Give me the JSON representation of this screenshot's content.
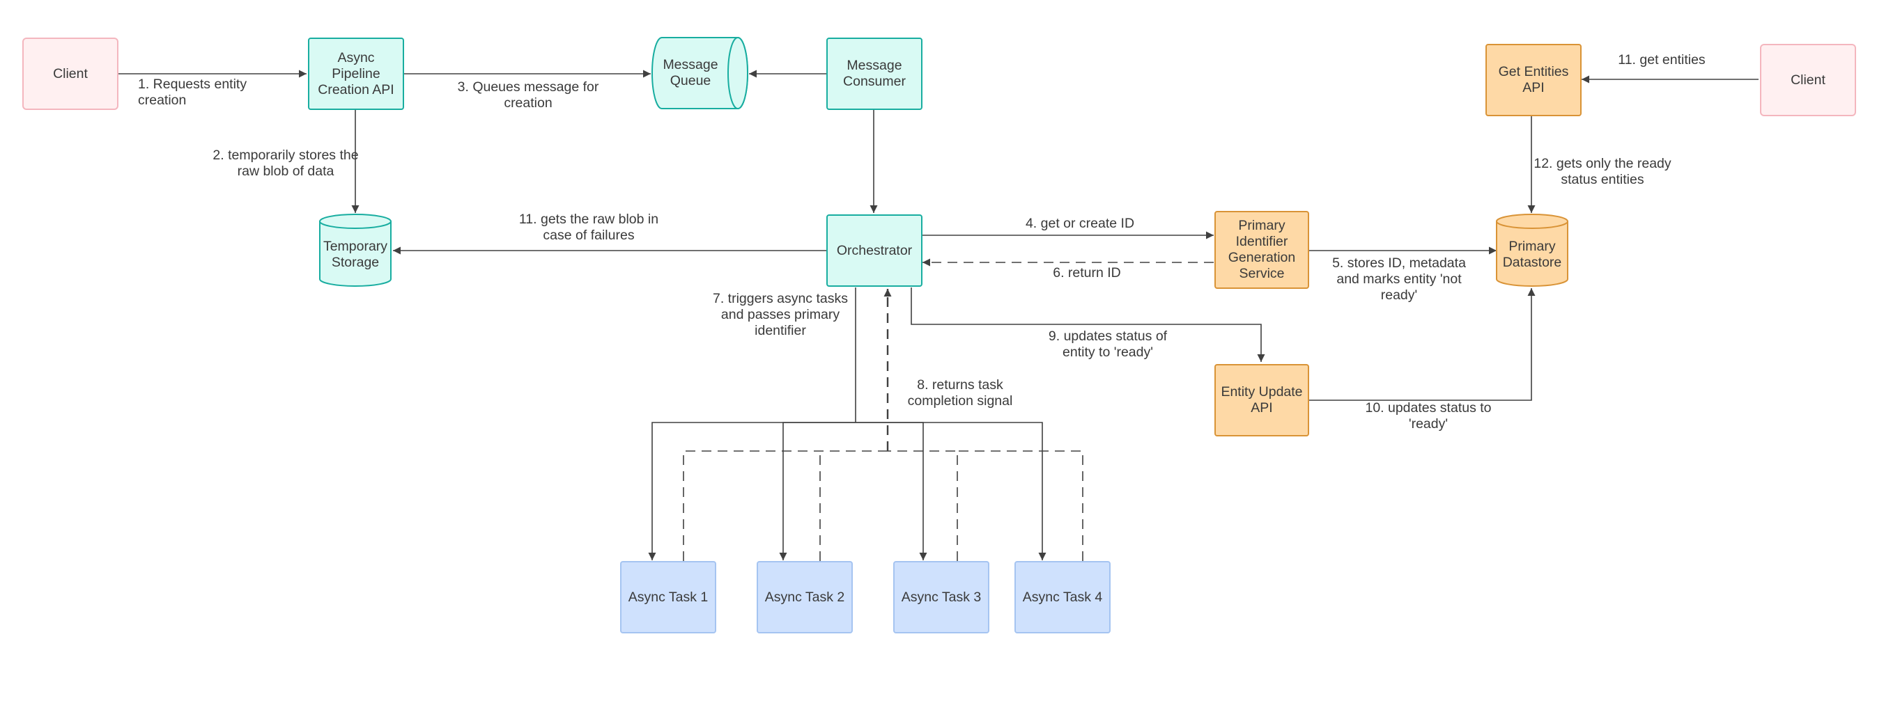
{
  "colors": {
    "client_fill": "#fff0f1",
    "client_border": "#f4b6be",
    "teal_fill": "#d9faf4",
    "teal_border": "#18ada0",
    "orange_fill": "#fed9a6",
    "orange_border": "#d99336",
    "task_fill": "#cfe1fd",
    "task_border": "#a5c4f1",
    "edge": "#404040"
  },
  "nodes": {
    "client_left": "Client",
    "async_api": "Async\nPipeline\nCreation API",
    "message_queue": "Message\nQueue",
    "message_consumer": "Message\nConsumer",
    "get_entities_api": "Get Entities\nAPI",
    "client_right": "Client",
    "temporary_storage": "Temporary\nStorage",
    "orchestrator": "Orchestrator",
    "primary_id_service": "Primary\nIdentifier\nGeneration\nService",
    "primary_datastore": "Primary\nDatastore",
    "entity_update_api": "Entity Update\nAPI",
    "task1": "Async Task 1",
    "task2": "Async Task 2",
    "task3": "Async Task 3",
    "task4": "Async Task 4"
  },
  "edges": {
    "e1": "1. Requests entity\ncreation",
    "e2": "2. temporarily stores the\nraw blob of data",
    "e3": "3. Queues message for\ncreation",
    "e4": "4. get or create ID",
    "e5": "5. stores ID, metadata\nand marks entity 'not\nready'",
    "e6": "6. return ID",
    "e7": "7. triggers async tasks\nand passes primary\nidentifier",
    "e8": "8. returns task\ncompletion signal",
    "e9": "9. updates status of\nentity to 'ready'",
    "e10": "10. updates status to\n'ready'",
    "e11a": "11. gets the raw blob in\ncase of failures",
    "e11b": "11. get entities",
    "e12": "12. gets only the ready\nstatus entities"
  }
}
